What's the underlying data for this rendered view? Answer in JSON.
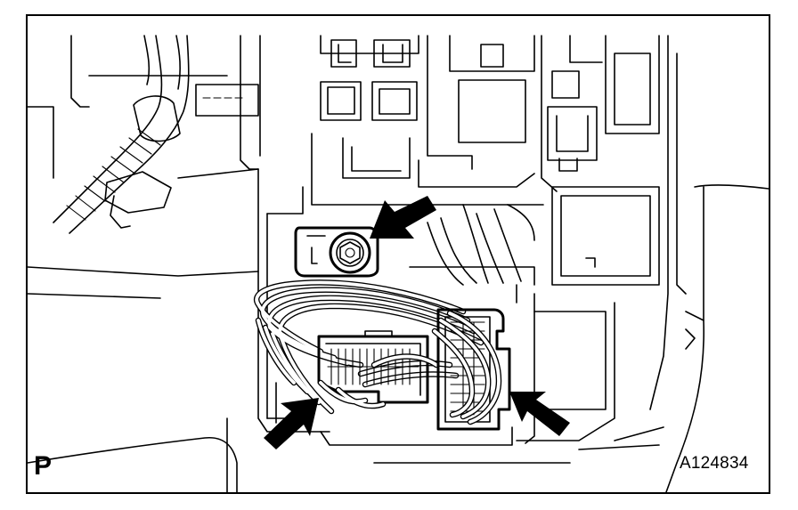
{
  "figure": {
    "corner_label": "P",
    "figure_id": "A124834",
    "line_color": "#000000",
    "background_color": "#ffffff"
  },
  "callouts": [
    {
      "name": "bolt",
      "icon": "arrow-icon"
    },
    {
      "name": "left-connector",
      "icon": "arrow-icon"
    },
    {
      "name": "right-connector",
      "icon": "arrow-icon"
    }
  ]
}
